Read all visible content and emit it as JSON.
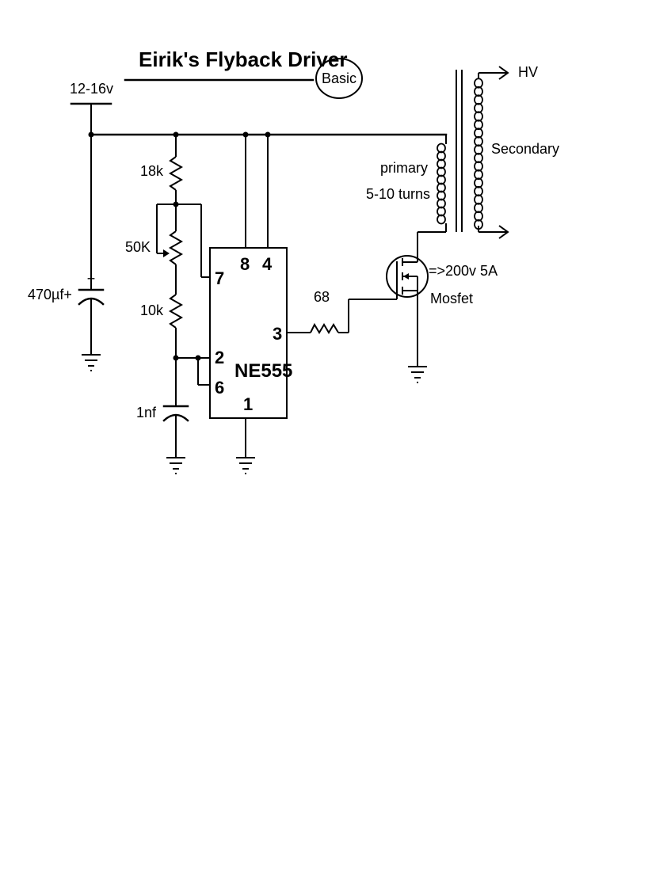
{
  "title": "Eirik's Flyback Driver",
  "badge": "Basic",
  "supply": "12-16v",
  "components": {
    "r1": "18k",
    "pot": "50K",
    "r2": "10k",
    "c_bulk": "470µf+",
    "c_timing": "1nf",
    "r_gate": "68",
    "ic": "NE555",
    "mosfet_rating": "=>200v 5A",
    "mosfet_label": "Mosfet"
  },
  "pins": {
    "p8": "8",
    "p4": "4",
    "p7": "7",
    "p3": "3",
    "p2": "2",
    "p6": "6",
    "p1": "1"
  },
  "transformer": {
    "primary_line1": "primary",
    "primary_line2": "5-10 turns",
    "secondary": "Secondary",
    "output": "HV"
  }
}
